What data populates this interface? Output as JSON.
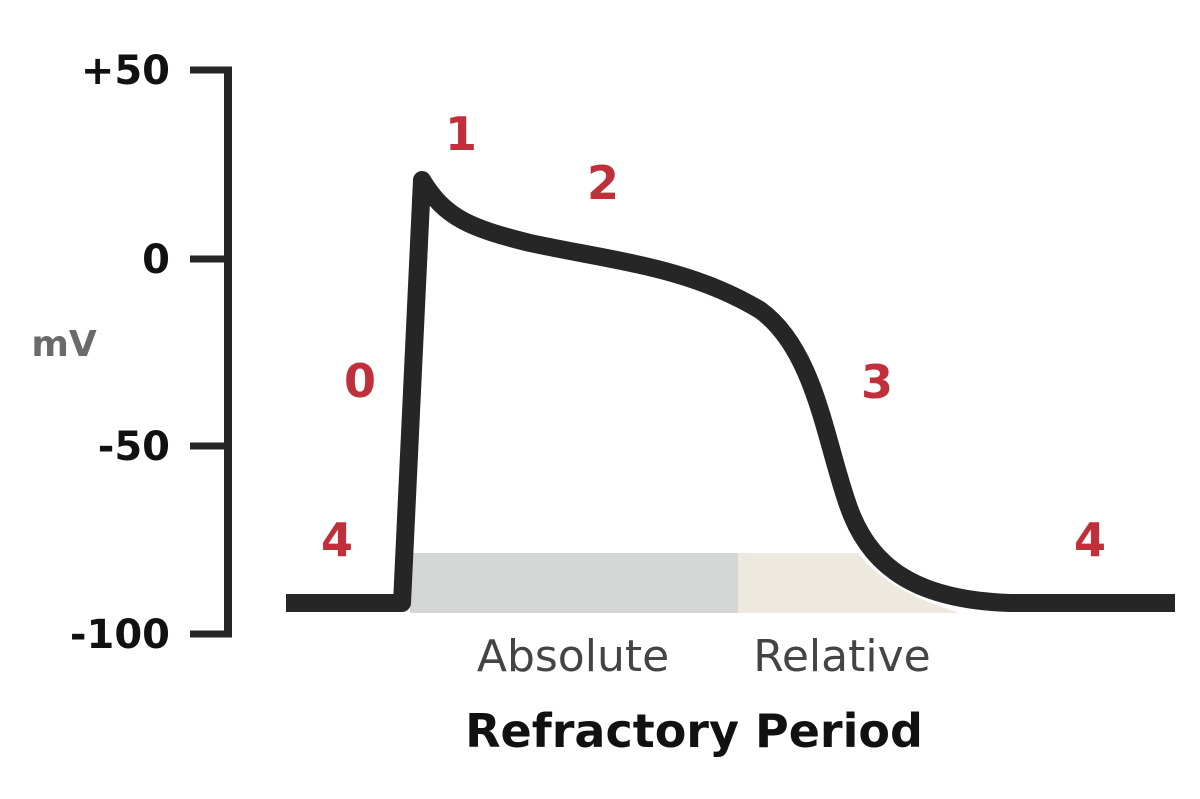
{
  "y_axis": {
    "unit": "mV",
    "ticks": [
      "+50",
      "0",
      "-50",
      "-100"
    ]
  },
  "phases": [
    "0",
    "1",
    "2",
    "3",
    "4",
    "4"
  ],
  "refractory": {
    "absolute_label": "Absolute",
    "relative_label": "Relative",
    "title": "Refractory Period"
  },
  "colors": {
    "trace": "#262626",
    "axis": "#262626",
    "phase_label": "#c0303a",
    "absolute_band": "#d4d6d5",
    "relative_band": "#ede9df"
  }
}
